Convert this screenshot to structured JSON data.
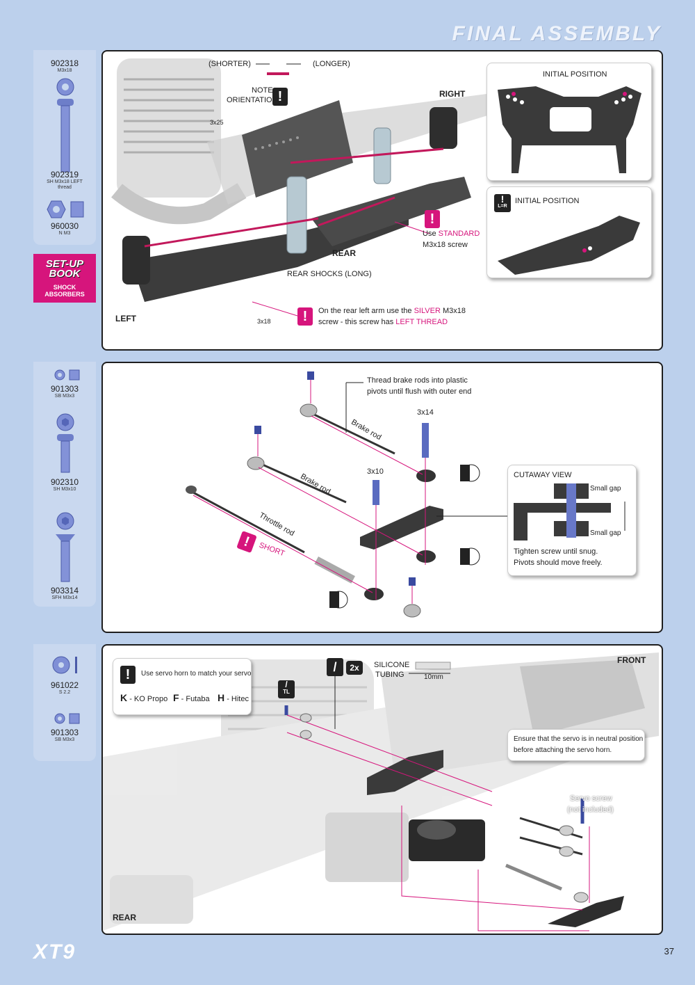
{
  "header": {
    "title": "FINAL ASSEMBLY"
  },
  "footer": {
    "page": "37",
    "logo": "XT9"
  },
  "section1": {
    "parts": [
      {
        "number": "902318",
        "desc": "M3x18"
      },
      {
        "number": "902319",
        "desc": "SH M3x18 LEFT thread"
      },
      {
        "number": "960030",
        "desc": "N M3"
      }
    ],
    "setup": {
      "line1": "SET-UP",
      "line2": "BOOK",
      "topic": "SHOCK ABSORBERS"
    },
    "labels": {
      "shorter": "(SHORTER)",
      "longer": "(LONGER)",
      "note1": "NOTE",
      "note2": "ORIENTATION",
      "right": "RIGHT",
      "rear": "REAR",
      "left": "LEFT",
      "rear_shocks": "REAR SHOCKS (LONG)",
      "screw_3x25": "3x25",
      "screw_3x18": "3x18",
      "use": "Use",
      "standard": "STANDARD",
      "standard_screw": "M3x18 screw",
      "left_arm_1a": "On the rear left arm use the",
      "left_arm_silver": "SILVER",
      "left_arm_1b": "M3x18",
      "left_arm_2a": "screw - this screw has",
      "left_arm_thread": "LEFT THREAD",
      "initial_1": "INITIAL POSITION",
      "initial_2": "INITIAL POSITION",
      "lr": "L=R"
    }
  },
  "section2": {
    "parts": [
      {
        "number": "901303",
        "desc": "SB M3x3"
      },
      {
        "number": "902310",
        "desc": "SH M3x10"
      },
      {
        "number": "903314",
        "desc": "SFH M3x14"
      }
    ],
    "labels": {
      "thread_note_1": "Thread brake rods into plastic",
      "thread_note_2": "pivots until flush with outer end",
      "brake_rod_1": "Brake rod",
      "brake_rod_2": "Brake rod",
      "throttle_rod": "Throttle rod",
      "short": "SHORT",
      "screw_3x14": "3x14",
      "screw_3x10": "3x10",
      "cutaway": "CUTAWAY VIEW",
      "gap1": "Small gap",
      "gap2": "Small gap",
      "tighten_1": "Tighten screw until snug.",
      "tighten_2": "Pivots should move freely."
    }
  },
  "section3": {
    "parts": [
      {
        "number": "961022",
        "desc": "S 2.2"
      },
      {
        "number": "901303",
        "desc": "SB M3x3"
      }
    ],
    "labels": {
      "servo_horn": "Use servo horn to match your servo",
      "k": "K",
      "k_text": "- KO Propo",
      "f": "F",
      "f_text": "- Futaba",
      "h": "H",
      "h_text": "- Hitec",
      "qty": "2x",
      "silicone_1": "SILICONE",
      "silicone_2": "TUBING",
      "tube_len": "10mm",
      "front": "FRONT",
      "rear": "REAR",
      "neutral_1": "Ensure that the servo is in neutral position",
      "neutral_2": "before attaching the servo horn.",
      "servo_screw_1": "Servo screw",
      "servo_screw_2": "(not included)",
      "tl": "TL"
    }
  },
  "colors": {
    "accent": "#d6157c",
    "background": "#bcd0ec",
    "rod": "#c2185b"
  }
}
